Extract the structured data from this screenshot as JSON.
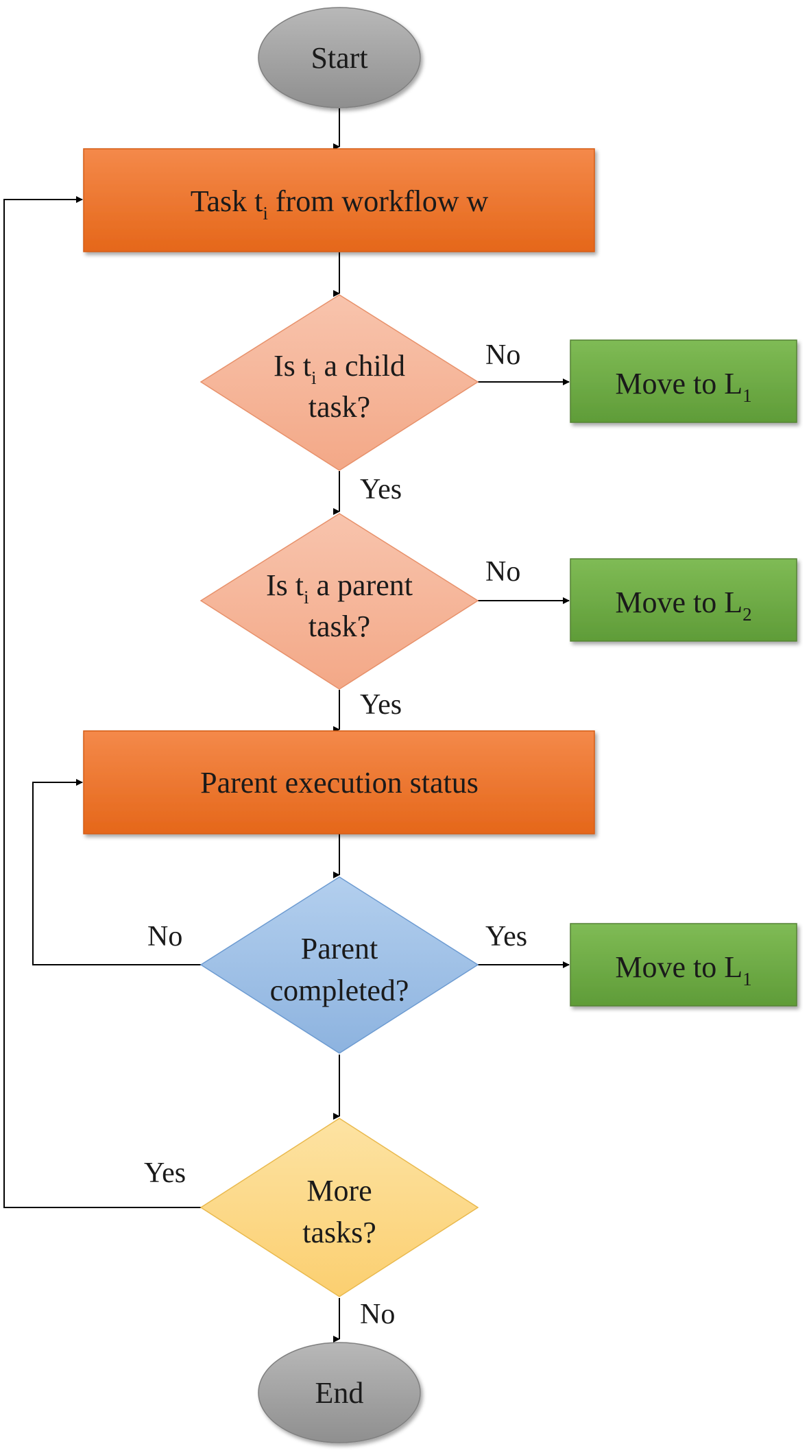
{
  "nodes": {
    "start": {
      "text": "Start"
    },
    "task": {
      "prefix": "Task t",
      "sub": "i",
      "suffix": " from workflow w"
    },
    "child_decision": {
      "line1_prefix": "Is t",
      "line1_sub": "i",
      "line1_suffix": " a child",
      "line2": "task?"
    },
    "move_l1_a": {
      "prefix": "Move to L",
      "sub": "1"
    },
    "parent_decision": {
      "line1_prefix": "Is t",
      "line1_sub": "i",
      "line1_suffix": " a parent",
      "line2": "task?"
    },
    "move_l2": {
      "prefix": "Move to L",
      "sub": "2"
    },
    "parent_status": {
      "text": "Parent execution status"
    },
    "completed_decision": {
      "line1": "Parent",
      "line2": "completed?"
    },
    "move_l1_b": {
      "prefix": "Move to L",
      "sub": "1"
    },
    "more_decision": {
      "line1": "More",
      "line2": "tasks?"
    },
    "end": {
      "text": "End"
    }
  },
  "edge_labels": {
    "child_no": "No",
    "child_yes": "Yes",
    "parent_no": "No",
    "parent_yes": "Yes",
    "completed_no": "No",
    "completed_yes": "Yes",
    "more_yes": "Yes",
    "more_no": "No"
  },
  "colors": {
    "terminal": "#a6a6a6",
    "process": "#ef7a2c",
    "decision_orange": "#f5b59a",
    "decision_blue": "#9fc1e6",
    "decision_yellow": "#fcd98a",
    "move": "#70ad47"
  }
}
